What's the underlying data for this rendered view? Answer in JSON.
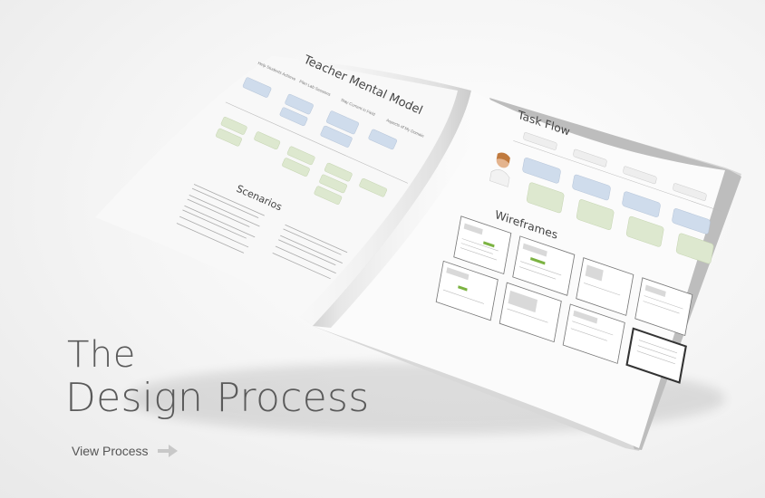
{
  "hero": {
    "title_line1": "The",
    "title_line2": "Design Process",
    "link_label": "View Process"
  },
  "magazine": {
    "left_page": {
      "section1_title": "Teacher Mental Model",
      "section1_columns": [
        "Help Students Achieve",
        "Plan Lab Sessions",
        "Stay Current in Field",
        "Aspects of My Domain"
      ],
      "section2_title": "Scenarios"
    },
    "right_page": {
      "section1_title": "Task Flow",
      "section2_title": "Wireframes"
    }
  },
  "colors": {
    "text": "#5a5a5a",
    "arrow": "#c8c8c8",
    "blue_card": "#cfdcec",
    "green_card": "#dde8cf"
  }
}
